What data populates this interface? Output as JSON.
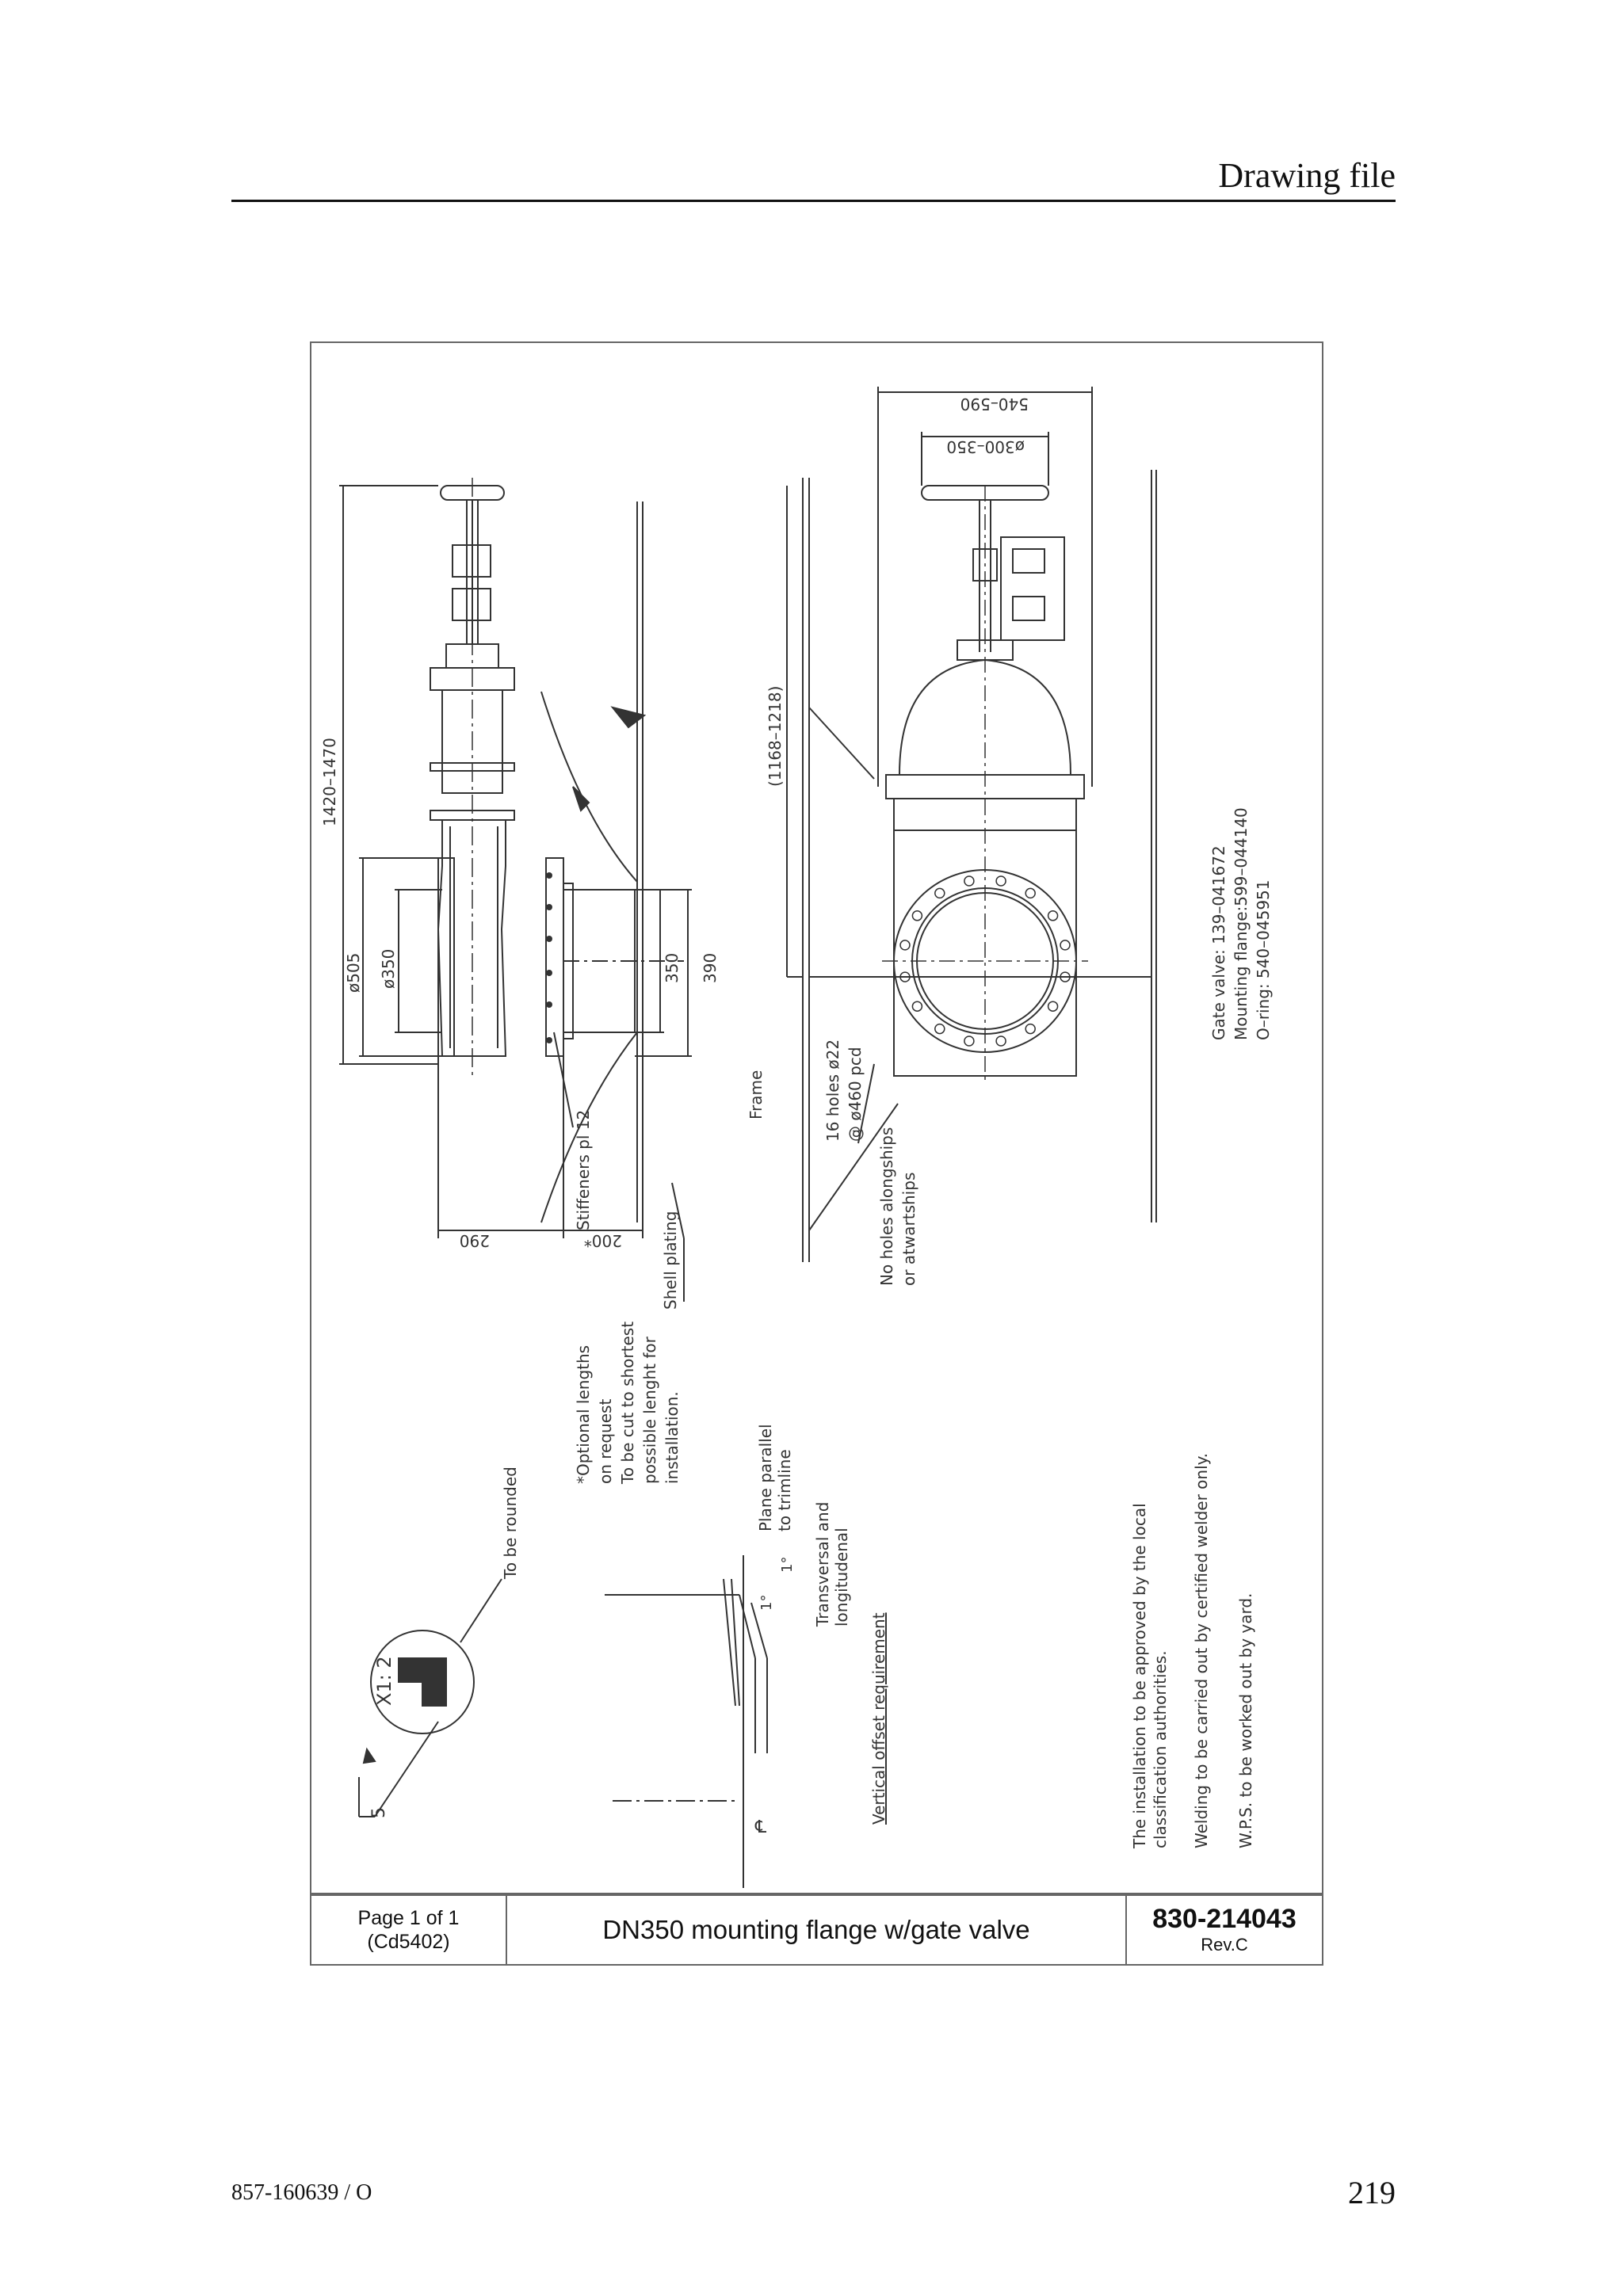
{
  "header": {
    "title": "Drawing file"
  },
  "drawing": {
    "dimensions": {
      "overall_height": "1420–1470",
      "flange_od": "ø505",
      "bore": "ø350",
      "length_290": "290",
      "length_200": "200*",
      "dim_350": "350",
      "dim_390": "390",
      "frame_height": "(1168–1218)",
      "handwheel_dia": "ø300–350",
      "width_540": "540–590"
    },
    "labels": {
      "stiffeners": "Stiffeners pl 12",
      "shell_plating": "Shell plating",
      "frame": "Frame",
      "holes_1": "16 holes ø22",
      "holes_2": "@ ø460 pcd",
      "no_holes_1": "No holes alongships",
      "no_holes_2": "or atwartships",
      "optional_1": "*Optional lengths",
      "optional_2": "on request",
      "optional_3": "To be cut to shortest",
      "optional_4": "possible lenght for",
      "optional_5": "installation.",
      "to_be_rounded": "To be rounded",
      "detail_scale": "X1: 2",
      "weld_5": "5",
      "plane_parallel_1": "Plane parallel",
      "plane_parallel_2": "to trimline",
      "angle_1": "1°",
      "angle_2": "1°",
      "transversal_1": "Transversal and",
      "transversal_2": "longitudenal",
      "vertical_offset": "Vertical offset requirement",
      "centerline": "℄",
      "parts_1": "Gate valve: 139–041672",
      "parts_2": "Mounting flange:599–044140",
      "parts_3": "O–ring: 540–045951",
      "note_1": "The installation to be approved by the local",
      "note_2": "classification authorities.",
      "note_3": "Welding to be carried out by certified welder only.",
      "note_4": "W.P.S. to be worked out by yard."
    }
  },
  "titleblock": {
    "page": "Page 1 of 1",
    "code": "(Cd5402)",
    "title": "DN350 mounting flange w/gate valve",
    "number": "830-214043",
    "rev": "Rev.C"
  },
  "footer": {
    "doc_id": "857-160639 / O",
    "page_number": "219"
  }
}
